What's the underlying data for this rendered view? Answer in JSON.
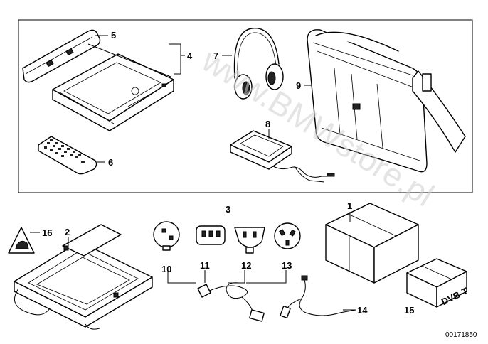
{
  "diagram": {
    "part_numbers": [
      "1",
      "2",
      "3",
      "4",
      "5",
      "6",
      "7",
      "8",
      "9",
      "10",
      "11",
      "12",
      "13",
      "14",
      "15",
      "16"
    ],
    "box_label": "DVB-T",
    "watermark": "www.BMWstore.pl",
    "diagram_code": "00171850"
  }
}
